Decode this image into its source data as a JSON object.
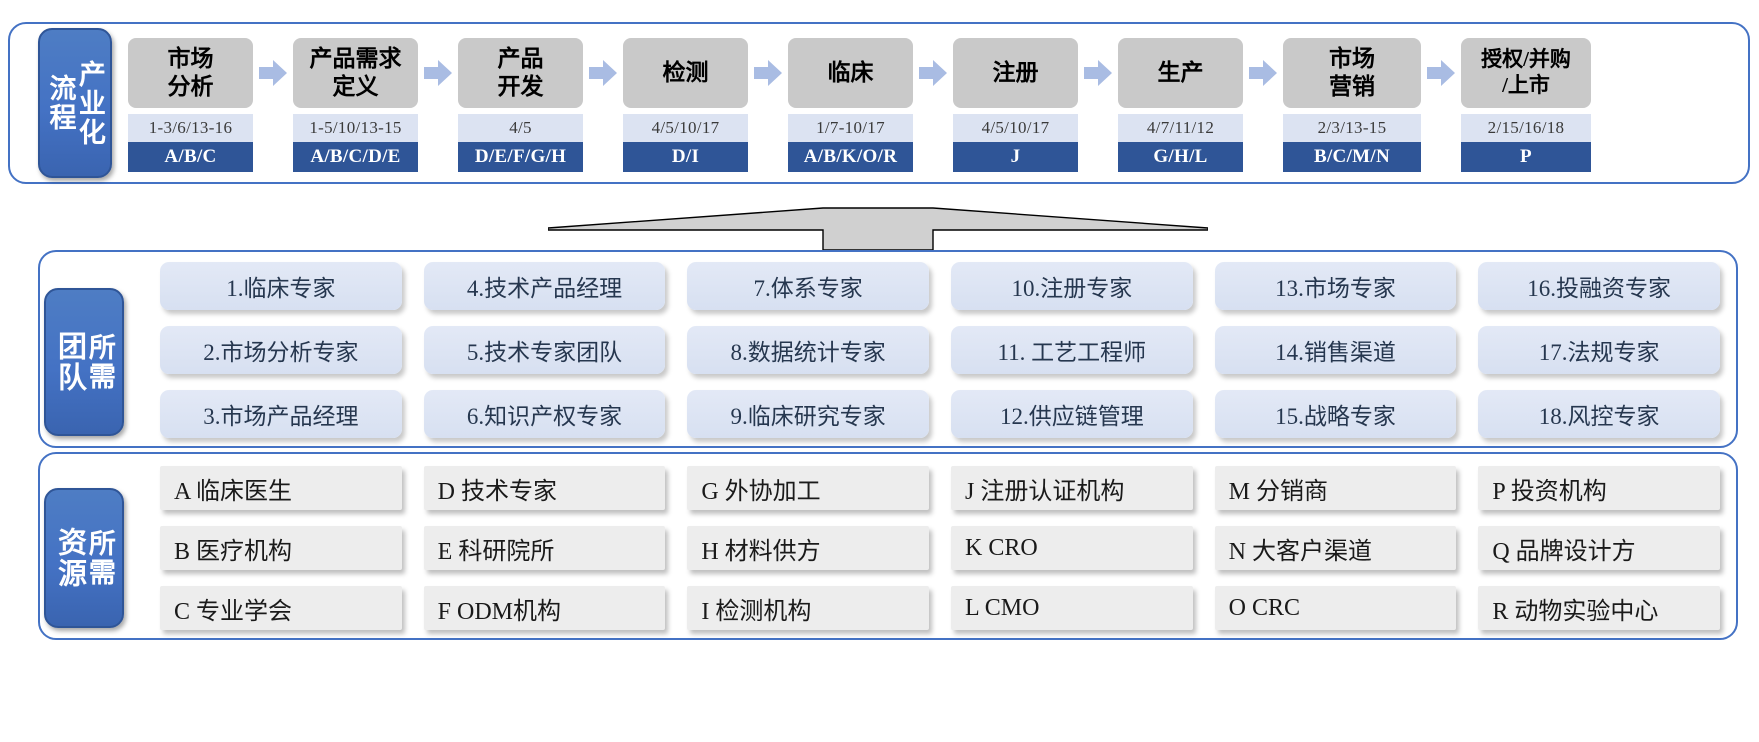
{
  "process_panel": {
    "tag": {
      "col_right": "产业化",
      "col_left": "流程"
    },
    "arrow_icon": "right-arrow-icon",
    "stages": [
      {
        "title": "市场\n分析",
        "team_refs": "1-3/6/13-16",
        "resource_refs": "A/B/C"
      },
      {
        "title": "产品需求\n定义",
        "team_refs": "1-5/10/13-15",
        "resource_refs": "A/B/C/D/E"
      },
      {
        "title": "产品\n开发",
        "team_refs": "4/5",
        "resource_refs": "D/E/F/G/H"
      },
      {
        "title": "检测",
        "team_refs": "4/5/10/17",
        "resource_refs": "D/I"
      },
      {
        "title": "临床",
        "team_refs": "1/7-10/17",
        "resource_refs": "A/B/K/O/R"
      },
      {
        "title": "注册",
        "team_refs": "4/5/10/17",
        "resource_refs": "J"
      },
      {
        "title": "生产",
        "team_refs": "4/7/11/12",
        "resource_refs": "G/H/L"
      },
      {
        "title": "市场\n营销",
        "team_refs": "2/3/13-15",
        "resource_refs": "B/C/M/N"
      },
      {
        "title": "授权/并购\n/上市",
        "team_refs": "2/15/16/18",
        "resource_refs": "P"
      }
    ]
  },
  "funnel": {
    "icon": "upward-funnel-icon"
  },
  "team_panel": {
    "tag": {
      "col_right": "所需",
      "col_left": "团队"
    },
    "items": [
      "1.临床专家",
      "4.技术产品经理",
      "7.体系专家",
      "10.注册专家",
      "13.市场专家",
      "16.投融资专家",
      "2.市场分析专家",
      "5.技术专家团队",
      "8.数据统计专家",
      "11. 工艺工程师",
      "14.销售渠道",
      "17.法规专家",
      "3.市场产品经理",
      "6.知识产权专家",
      "9.临床研究专家",
      "12.供应链管理",
      "15.战略专家",
      "18.风控专家"
    ]
  },
  "resource_panel": {
    "tag": {
      "col_right": "所需",
      "col_left": "资源"
    },
    "items": [
      "A 临床医生",
      "D 技术专家",
      "G 外协加工",
      "J 注册认证机构",
      "M 分销商",
      "P 投资机构",
      "B 医疗机构",
      "E 科研院所",
      "H 材料供方",
      "K   CRO",
      "N 大客户渠道",
      "Q 品牌设计方",
      "C 专业学会",
      "F ODM机构",
      "I 检测机构",
      "L   CMO",
      "O   CRC",
      "R 动物实验中心"
    ]
  },
  "colors": {
    "panel_border": "#4472C4",
    "tag_blue": "#4472C4",
    "stage_gray": "#C9C9C9",
    "stage_mid_blue": "#DCE3F2",
    "stage_bot_blue": "#2F5597",
    "team_chip": "#D7E0F1",
    "res_chip": "#EDEDED",
    "arrow_blue": "#A9BCE3"
  }
}
